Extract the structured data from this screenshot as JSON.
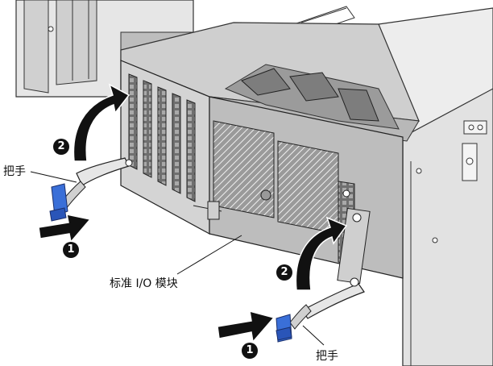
{
  "labels": {
    "handle_left": "把手",
    "handle_right": "把手",
    "module": "标准 I/O 模块"
  },
  "steps": {
    "step1_left": "1",
    "step2_left": "2",
    "step1_right": "1",
    "step2_right": "2"
  },
  "colors": {
    "latch_blue": "#3a6fd8",
    "arrow_black": "#111111",
    "chassis_gray": "#d9d9d9",
    "panel_dark": "#8c8c8c"
  }
}
